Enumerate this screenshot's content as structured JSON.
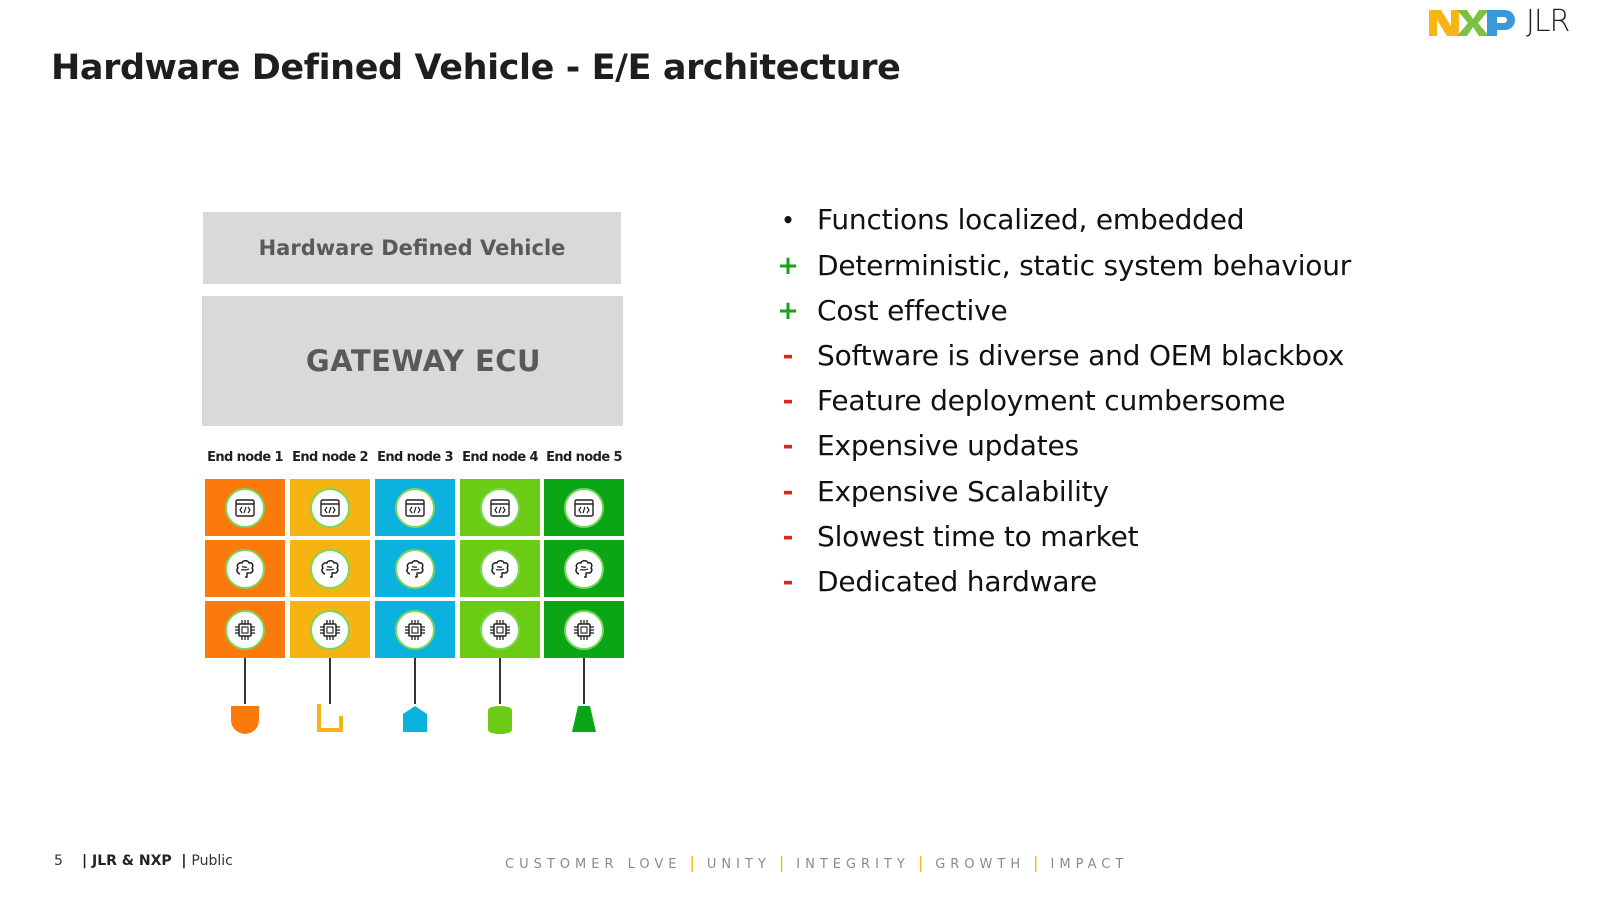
{
  "header": {
    "title": "Hardware Defined Vehicle - E/E architecture",
    "logo_nxp": "NXP",
    "logo_jlr": "JLR"
  },
  "diagram": {
    "top_box": "Hardware Defined Vehicle",
    "gateway_box": "GATEWAY ECU",
    "nodes": [
      {
        "label": "End node 1",
        "color": "#fb7a0c",
        "actuator": "half-disc"
      },
      {
        "label": "End node 2",
        "color": "#f5b411",
        "actuator": "bracket"
      },
      {
        "label": "End node 3",
        "color": "#0cb2de",
        "actuator": "house"
      },
      {
        "label": "End node 4",
        "color": "#6ccb15",
        "actuator": "cylinder"
      },
      {
        "label": "End node 5",
        "color": "#0aa616",
        "actuator": "trapezoid"
      }
    ],
    "cell_icons": [
      "code-window-icon",
      "brain-icon",
      "chip-icon"
    ]
  },
  "bullets": [
    {
      "mark": "•",
      "type": "neutral",
      "text": "Functions localized, embedded"
    },
    {
      "mark": "+",
      "type": "pro",
      "text": "Deterministic, static system behaviour"
    },
    {
      "mark": "+",
      "type": "pro",
      "text": "Cost effective"
    },
    {
      "mark": "-",
      "type": "con",
      "text": "Software is diverse and OEM blackbox"
    },
    {
      "mark": "-",
      "type": "con",
      "text": "Feature deployment cumbersome"
    },
    {
      "mark": "-",
      "type": "con",
      "text": "Expensive updates"
    },
    {
      "mark": "-",
      "type": "con",
      "text": "Expensive Scalability"
    },
    {
      "mark": "-",
      "type": "con",
      "text": "Slowest time to market"
    },
    {
      "mark": "-",
      "type": "con",
      "text": "Dedicated hardware"
    }
  ],
  "colors": {
    "pro": "#16a31b",
    "con": "#e0241b",
    "neutral": "#111111"
  },
  "footer": {
    "page_number": "5",
    "org": "JLR & NXP",
    "classification": "Public",
    "values": [
      "CUSTOMER LOVE",
      "UNITY",
      "INTEGRITY",
      "GROWTH",
      "IMPACT"
    ]
  }
}
